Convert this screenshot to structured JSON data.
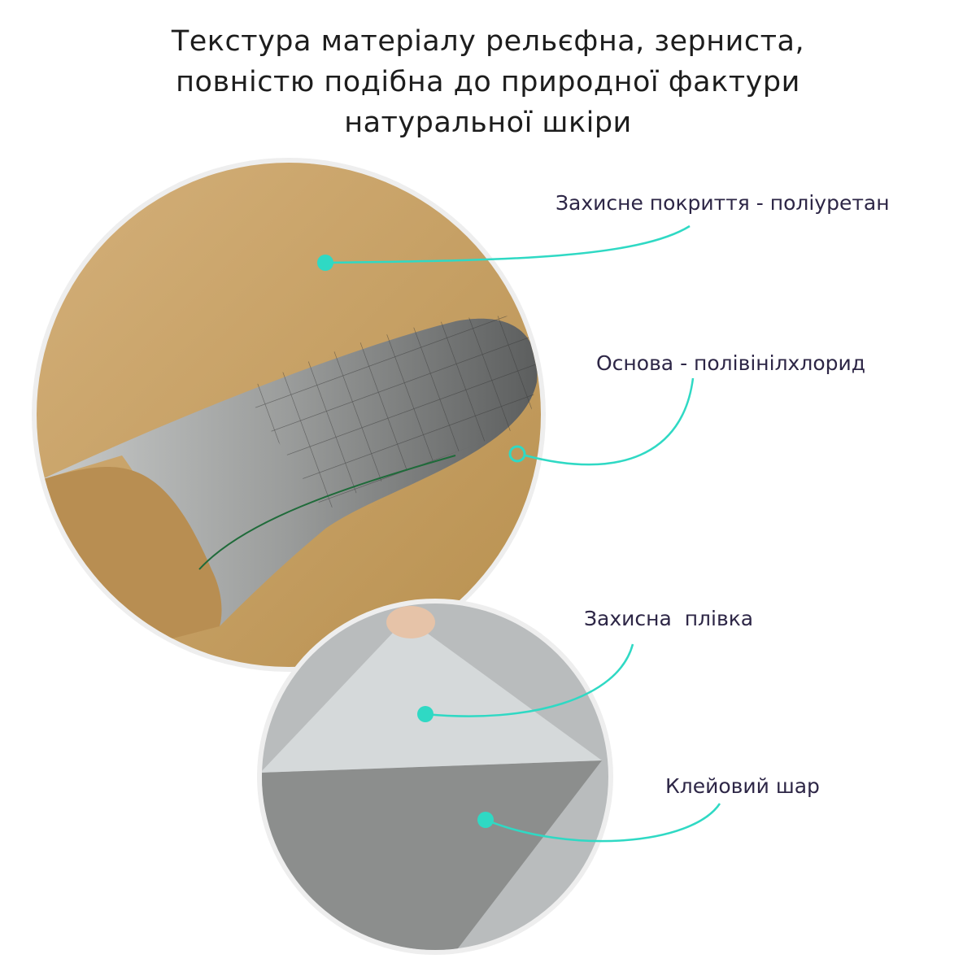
{
  "title": {
    "lines": [
      "Текстура матеріалу рельєфна, зерниста,",
      "повністю подібна до природної фактури",
      "натуральної шкіри"
    ]
  },
  "labels": {
    "polyurethan": "Захисне покриття - поліуретан",
    "pvc": "Основа - полівінілхлорид",
    "film": "Захисна  плівка",
    "glue": "Клейовий шар"
  },
  "colors": {
    "accent": "#2fd9c4",
    "leather": "#c9a36a",
    "backing": "#a9abaa",
    "text": "#2d2646"
  }
}
